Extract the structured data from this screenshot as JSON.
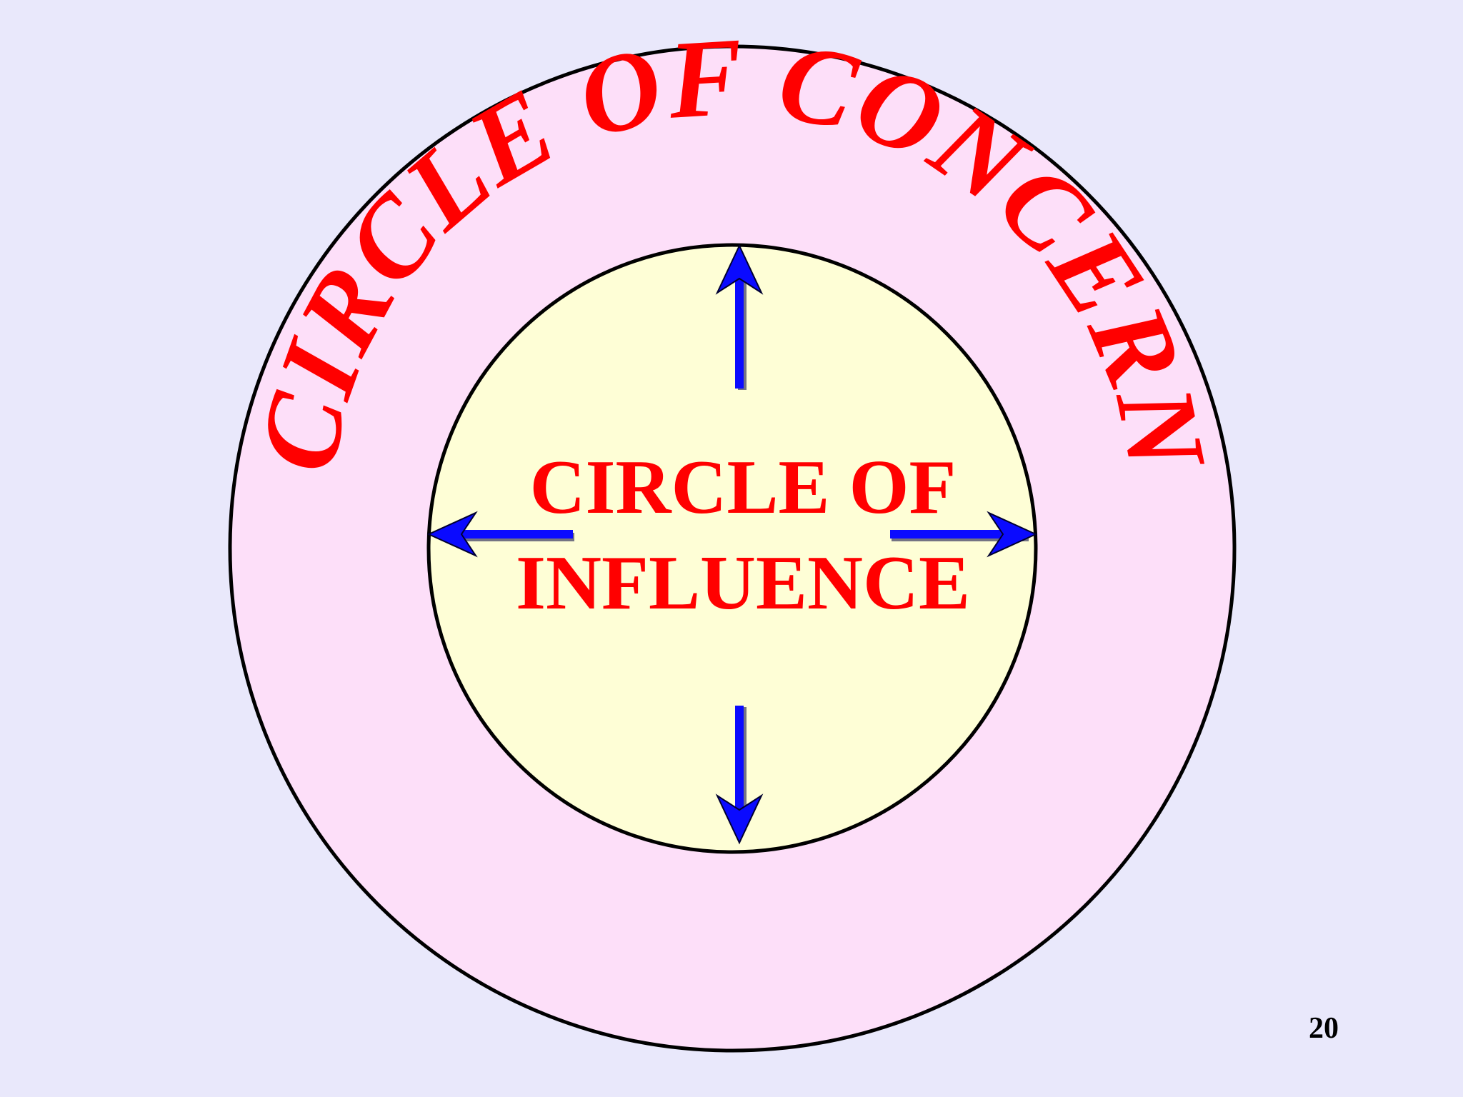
{
  "outer_circle": {
    "label": "CIRCLE OF CONCERN",
    "fill": "#fddff9",
    "stroke": "#000000"
  },
  "inner_circle": {
    "label_line1": "CIRCLE OF",
    "label_line2": "INFLUENCE",
    "fill": "#fefed6",
    "stroke": "#000000"
  },
  "arrows": {
    "color": "#0a0aff",
    "directions": [
      "up",
      "down",
      "left",
      "right"
    ]
  },
  "text_color": "#ff0000",
  "page_number": "20"
}
